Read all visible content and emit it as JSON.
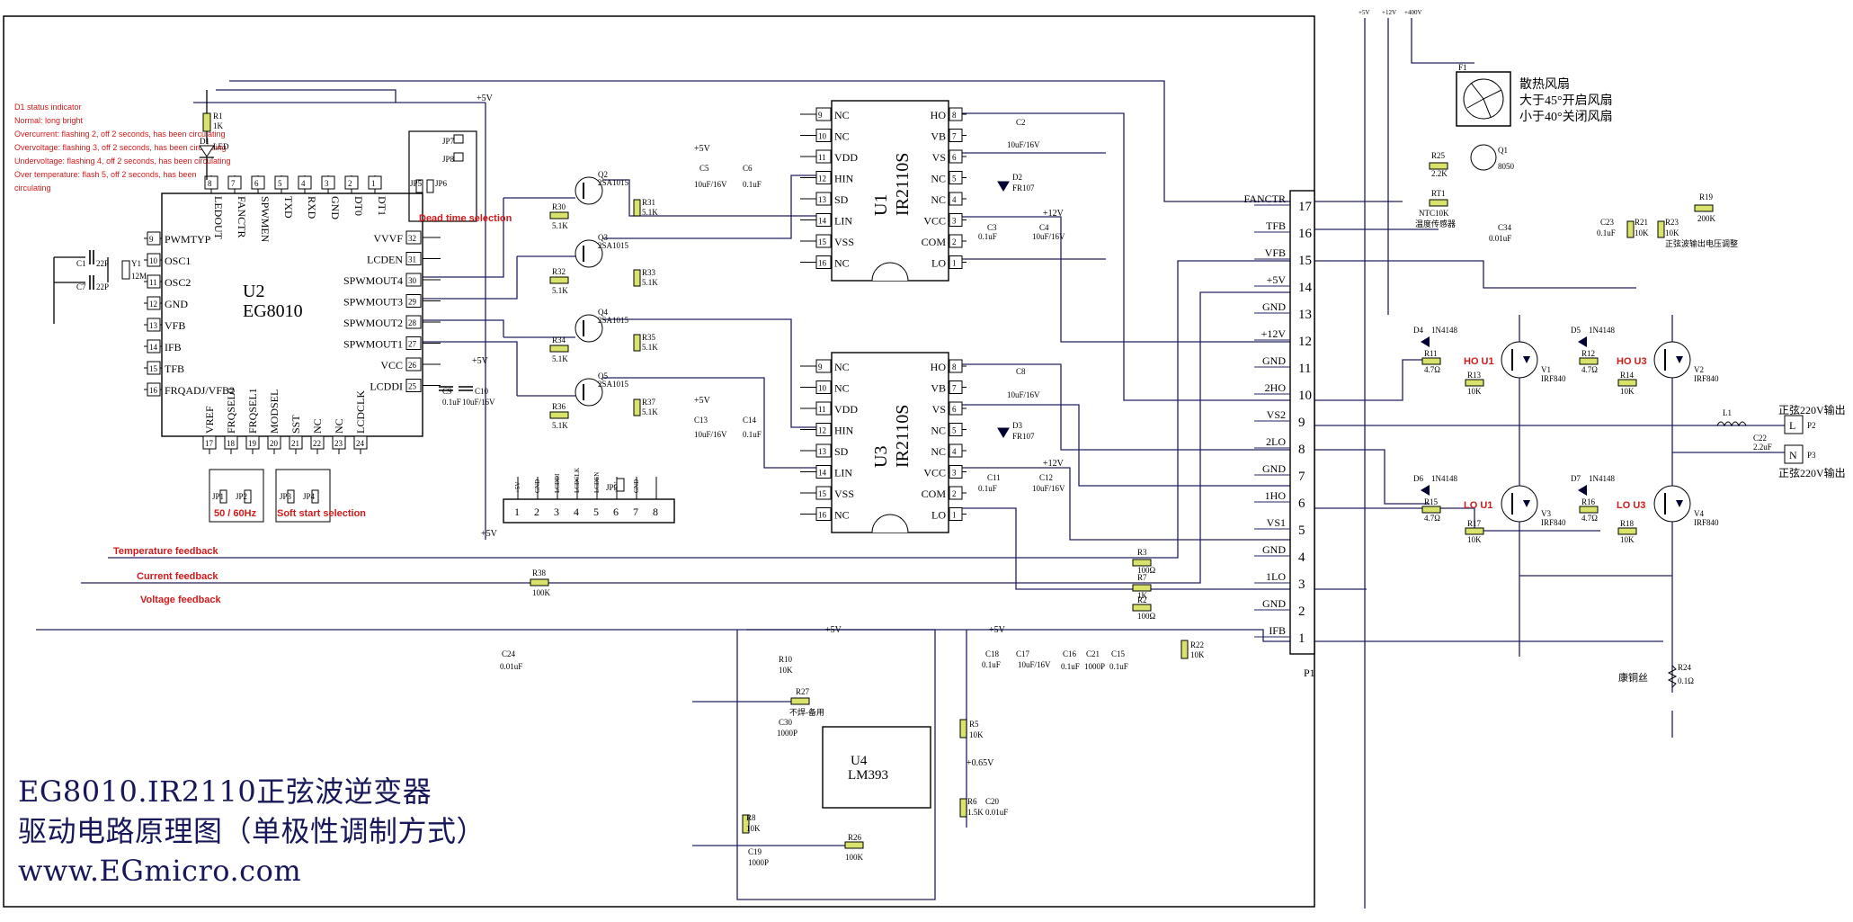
{
  "title": {
    "line1": "EG8010.IR2110正弦波逆变器",
    "line2": "驱动电路原理图（单极性调制方式）",
    "line3": "www.EGmicro.com"
  },
  "status_notes": [
    "D1 status indicator",
    "Normal: long bright",
    "Overcurrent: flashing 2, off 2 seconds, has been circulating",
    "Overvoltage: flashing 3, off 2 seconds, has been circulating",
    "Undervoltage: flashing 4, off 2 seconds, has been circulating",
    "Over temperature: flash 5, off 2 seconds, has been",
    "circulating"
  ],
  "labels": {
    "dead_time": "Dead time selection",
    "freq": "50 / 60Hz",
    "soft_start": "Soft start selection",
    "temp_fb": "Temperature feedback",
    "current_fb": "Current feedback",
    "voltage_fb": "Voltage feedback"
  },
  "u2": {
    "ref": "U2",
    "part": "EG8010",
    "left_pins": [
      {
        "num": "9",
        "name": "PWMTYP"
      },
      {
        "num": "10",
        "name": "OSC1"
      },
      {
        "num": "11",
        "name": "OSC2"
      },
      {
        "num": "12",
        "name": "GND"
      },
      {
        "num": "13",
        "name": "VFB"
      },
      {
        "num": "14",
        "name": "IFB"
      },
      {
        "num": "15",
        "name": "TFB"
      },
      {
        "num": "16",
        "name": "FRQADJ/VFB2"
      }
    ],
    "top_pins": [
      {
        "num": "8",
        "name": "LEDOUT"
      },
      {
        "num": "7",
        "name": "FANCTR"
      },
      {
        "num": "6",
        "name": "SPWMEN"
      },
      {
        "num": "5",
        "name": "TXD"
      },
      {
        "num": "4",
        "name": "RXD"
      },
      {
        "num": "3",
        "name": "GND"
      },
      {
        "num": "2",
        "name": "DT0"
      },
      {
        "num": "1",
        "name": "DT1"
      }
    ],
    "right_pins": [
      {
        "num": "32",
        "name": "VVVF"
      },
      {
        "num": "31",
        "name": "LCDEN"
      },
      {
        "num": "30",
        "name": "SPWMOUT4"
      },
      {
        "num": "29",
        "name": "SPWMOUT3"
      },
      {
        "num": "28",
        "name": "SPWMOUT2"
      },
      {
        "num": "27",
        "name": "SPWMOUT1"
      },
      {
        "num": "26",
        "name": "VCC"
      },
      {
        "num": "25",
        "name": "LCDDI"
      }
    ],
    "bottom_pins": [
      {
        "num": "17",
        "name": "VREF"
      },
      {
        "num": "18",
        "name": "FRQSEL0"
      },
      {
        "num": "19",
        "name": "FRQSEL1"
      },
      {
        "num": "20",
        "name": "MODSEL"
      },
      {
        "num": "21",
        "name": "SST"
      },
      {
        "num": "22",
        "name": "NC"
      },
      {
        "num": "23",
        "name": "NC"
      },
      {
        "num": "24",
        "name": "LCDCLK"
      }
    ]
  },
  "driver_left_pins": [
    {
      "num": "9",
      "name": "NC"
    },
    {
      "num": "10",
      "name": "NC"
    },
    {
      "num": "11",
      "name": "VDD"
    },
    {
      "num": "12",
      "name": "HIN"
    },
    {
      "num": "13",
      "name": "SD"
    },
    {
      "num": "14",
      "name": "LIN"
    },
    {
      "num": "15",
      "name": "VSS"
    },
    {
      "num": "16",
      "name": "NC"
    }
  ],
  "driver_right_pins": [
    {
      "num": "8",
      "name": "HO"
    },
    {
      "num": "7",
      "name": "VB"
    },
    {
      "num": "6",
      "name": "VS"
    },
    {
      "num": "5",
      "name": "NC"
    },
    {
      "num": "4",
      "name": "NC"
    },
    {
      "num": "3",
      "name": "VCC"
    },
    {
      "num": "2",
      "name": "COM"
    },
    {
      "num": "1",
      "name": "LO"
    }
  ],
  "u1": {
    "ref": "U1",
    "part": "IR2110S"
  },
  "u3": {
    "ref": "U3",
    "part": "IR2110S"
  },
  "u4": {
    "ref": "U4",
    "part": "LM393"
  },
  "p1": {
    "ref": "P1",
    "pins": [
      {
        "num": "17",
        "name": "FANCTR"
      },
      {
        "num": "16",
        "name": "TFB"
      },
      {
        "num": "15",
        "name": "VFB"
      },
      {
        "num": "14",
        "name": "+5V"
      },
      {
        "num": "13",
        "name": "GND"
      },
      {
        "num": "12",
        "name": "+12V"
      },
      {
        "num": "11",
        "name": "GND"
      },
      {
        "num": "10",
        "name": "2HO"
      },
      {
        "num": "9",
        "name": "VS2"
      },
      {
        "num": "8",
        "name": "2LO"
      },
      {
        "num": "7",
        "name": "GND"
      },
      {
        "num": "6",
        "name": "1HO"
      },
      {
        "num": "5",
        "name": "VS1"
      },
      {
        "num": "4",
        "name": "GND"
      },
      {
        "num": "3",
        "name": "1LO"
      },
      {
        "num": "2",
        "name": "GND"
      },
      {
        "num": "1",
        "name": "IFB"
      }
    ]
  },
  "header_connector": {
    "pins": [
      "1",
      "2",
      "3",
      "4",
      "5",
      "6",
      "7",
      "8"
    ],
    "signals": [
      "+5V",
      "GND",
      "LCDDI",
      "LCDCLK",
      "LCDEN",
      "+5V",
      "GND"
    ]
  },
  "fan": {
    "ref": "F1",
    "text1": "散热风扇",
    "text2": "大于45°开启风扇",
    "text3": "小于40°关闭风扇"
  },
  "rails": [
    "+5V",
    "+12V",
    "+400V"
  ],
  "components": {
    "R1": "R1",
    "R1v": "1K",
    "D1": "D1",
    "D1v": "LED",
    "C1": "C1",
    "C1v": "22P",
    "C7": "C7",
    "C7v": "22P",
    "Y1": "Y1",
    "Y1v": "12M",
    "JP7": "JP7",
    "JP8": "JP8",
    "JP5": "JP5",
    "JP6": "JP6",
    "JP1": "JP1",
    "JP2": "JP2",
    "JP3": "JP3",
    "JP4": "JP4",
    "JP9": "JP9",
    "Q2": "Q2",
    "Q2v": "2SA1015",
    "Q3": "Q3",
    "Q3v": "2SA1015",
    "Q4": "Q4",
    "Q4v": "2SA1015",
    "Q5": "Q5",
    "Q5v": "2SA1015",
    "R30": "R30",
    "R30v": "5.1K",
    "R31": "R31",
    "R31v": "5.1K",
    "R32": "R32",
    "R32v": "5.1K",
    "R33": "R33",
    "R33v": "5.1K",
    "R34": "R34",
    "R34v": "5.1K",
    "R35": "R35",
    "R35v": "5.1K",
    "R36": "R36",
    "R36v": "5.1K",
    "R37": "R37",
    "R37v": "5.1K",
    "C9": "C9",
    "C9v": "0.1uF",
    "C10": "C10",
    "C10v": "10uF/16V",
    "C5": "C5",
    "C5v": "10uF/16V",
    "C6": "C6",
    "C6v": "0.1uF",
    "C13": "C13",
    "C13v": "10uF/16V",
    "C14": "C14",
    "C14v": "0.1uF",
    "C2": "C2",
    "C2v": "10uF/16V",
    "D2": "D2",
    "D2v": "FR107",
    "C3": "C3",
    "C3v": "0.1uF",
    "C4": "C4",
    "C4v": "10uF/16V",
    "C8": "C8",
    "C8v": "10uF/16V",
    "D3": "D3",
    "D3v": "FR107",
    "C11": "C11",
    "C11v": "0.1uF",
    "C12": "C12",
    "C12v": "10uF/16V",
    "R3": "R3",
    "R3v": "100Ω",
    "R7": "R7",
    "R7v": "1K",
    "R2": "R2",
    "R2v": "100Ω",
    "R38": "R38",
    "R38v": "100K",
    "C24": "C24",
    "C24v": "0.01uF",
    "R22": "R22",
    "R22v": "10K",
    "C16": "C16",
    "C16v": "0.1uF",
    "C21": "C21",
    "C21v": "1000P",
    "C15": "C15",
    "C15v": "0.1uF",
    "C18": "C18",
    "C18v": "0.1uF",
    "C17": "C17",
    "C17v": "10uF/16V",
    "R10": "R10",
    "R10v": "10K",
    "C30": "C30",
    "C30v": "1000P",
    "R27": "R27",
    "R27v": "不焊-备用",
    "R5": "R5",
    "R5v": "10K",
    "R6": "R6",
    "R6v": "1.5K",
    "C20": "C20",
    "C20v": "0.01uF",
    "vref": "+0.65V",
    "R8": "R8",
    "R8v": "10K",
    "C19": "C19",
    "C19v": "1000P",
    "R26": "R26",
    "R26v": "100K",
    "R25": "R25",
    "R25v": "2.2K",
    "Q1": "Q1",
    "Q1v": "8050",
    "RT1": "RT1",
    "RT1v": "NTC10K",
    "RT1t": "温度传感器",
    "C34": "C34",
    "C34v": "0.01uF",
    "C23": "C23",
    "C23v": "0.1uF",
    "R21": "R21",
    "R21v": "10K",
    "R23": "R23",
    "R23v": "10K",
    "R19": "R19",
    "R19v": "200K",
    "R23t": "正弦波输出电压调整",
    "D4": "D4",
    "D4v": "1N4148",
    "R11": "R11",
    "R11v": "4.7Ω",
    "R13": "R13",
    "R13v": "10K",
    "V1": "V1",
    "V1v": "IRF840",
    "D5": "D5",
    "D5v": "1N4148",
    "R12": "R12",
    "R12v": "4.7Ω",
    "R14": "R14",
    "R14v": "10K",
    "V2": "V2",
    "V2v": "IRF840",
    "D6": "D6",
    "D6v": "1N4148",
    "R15": "R15",
    "R15v": "4.7Ω",
    "R17": "R17",
    "R17v": "10K",
    "V3": "V3",
    "V3v": "IRF840",
    "D7": "D7",
    "D7v": "1N4148",
    "R16": "R16",
    "R16v": "4.7Ω",
    "R18": "R18",
    "R18v": "10K",
    "V4": "V4",
    "V4v": "IRF840",
    "HOU1": "HO U1",
    "HOU3": "HO U3",
    "LOU1": "LO U1",
    "LOU3": "LO U3",
    "L1": "L1",
    "C22": "C22",
    "C22v": "2.2uF",
    "P2": "P2",
    "P3": "P3",
    "P2l": "L",
    "P3l": "N",
    "out1": "正弦220V输出",
    "out2": "正弦220V输出",
    "R24": "R24",
    "R24v": "0.1Ω",
    "R24t": "康铜丝"
  }
}
